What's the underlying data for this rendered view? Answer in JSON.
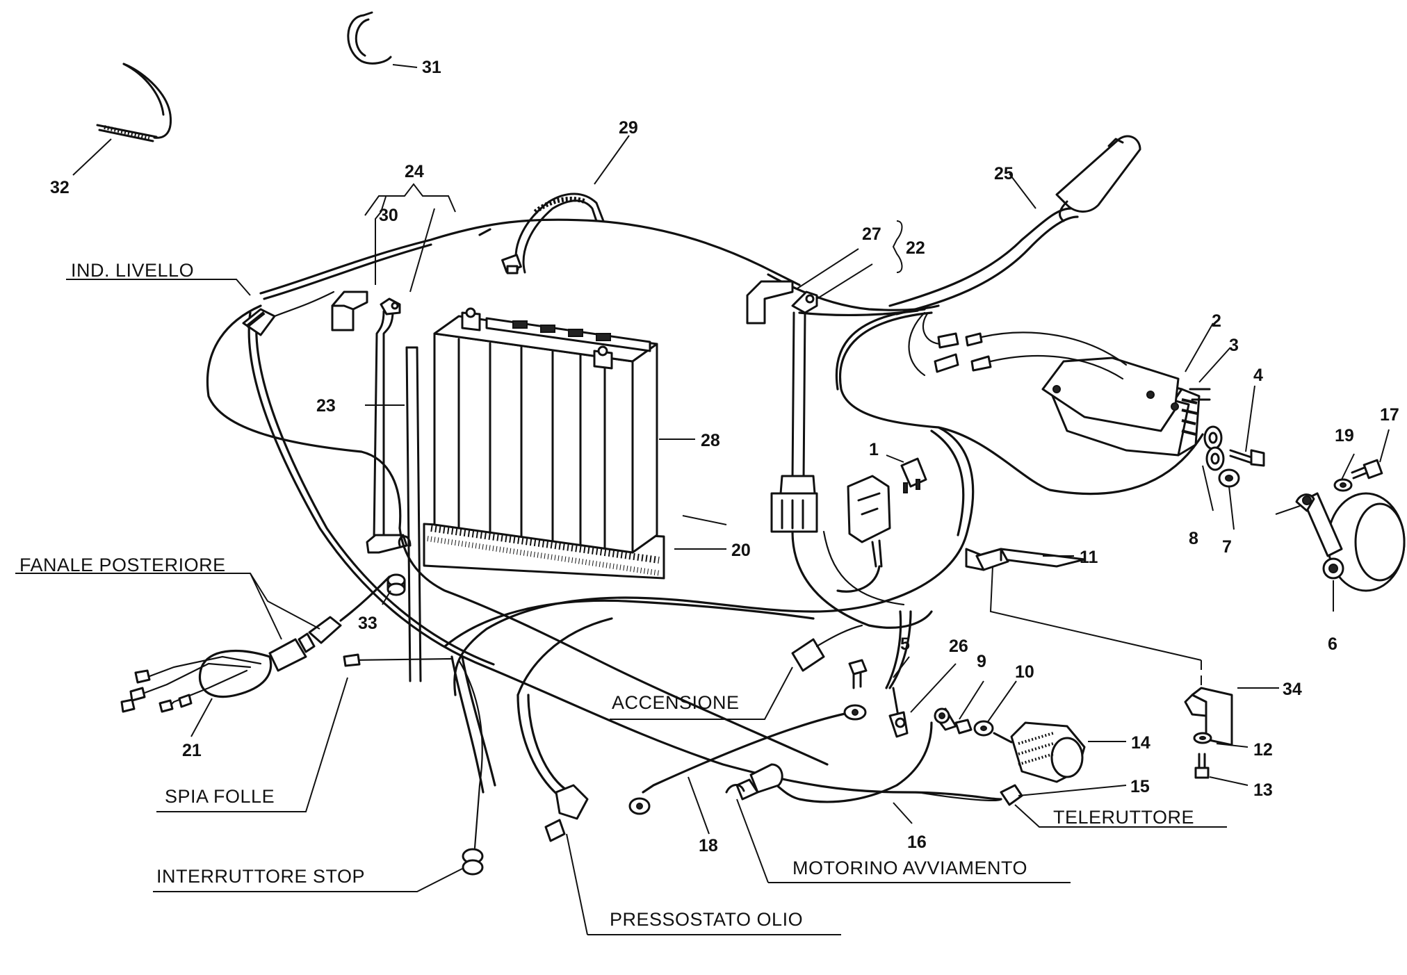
{
  "labels": {
    "ind_livello": "IND. LIVELLO",
    "fanale_posteriore": "FANALE POSTERIORE",
    "accensione": "ACCENSIONE",
    "spia_folle": "SPIA FOLLE",
    "interruttore_stop": "INTERRUTTORE STOP",
    "pressostato_olio": "PRESSOSTATO OLIO",
    "motorino_avviamento": "MOTORINO AVVIAMENTO",
    "teleruttore": "TELERUTTORE"
  },
  "parts": {
    "p1": "1",
    "p2": "2",
    "p3": "3",
    "p4": "4",
    "p5": "5",
    "p6": "6",
    "p7": "7",
    "p8": "8",
    "p9": "9",
    "p10": "10",
    "p11": "11",
    "p12": "12",
    "p13": "13",
    "p14": "14",
    "p15": "15",
    "p16": "16",
    "p17": "17",
    "p18": "18",
    "p19": "19",
    "p20": "20",
    "p21": "21",
    "p22": "22",
    "p23": "23",
    "p24": "24",
    "p25": "25",
    "p26": "26",
    "p27": "27",
    "p28": "28",
    "p29": "29",
    "p30": "30",
    "p31": "31",
    "p32": "32",
    "p33": "33",
    "p34": "34"
  }
}
